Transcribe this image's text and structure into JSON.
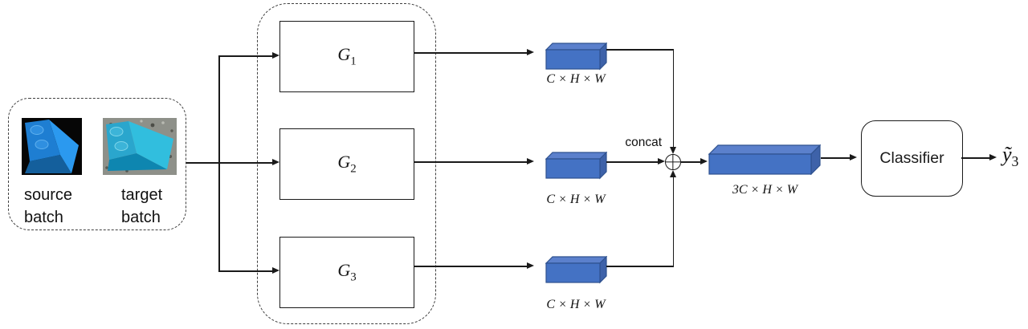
{
  "diagram": {
    "input_group": {
      "source_label_line1": "source",
      "source_label_line2": "batch",
      "target_label_line1": "target",
      "target_label_line2": "batch"
    },
    "generators": [
      {
        "base": "G",
        "sub": "1"
      },
      {
        "base": "G",
        "sub": "2"
      },
      {
        "base": "G",
        "sub": "3"
      }
    ],
    "tensors": {
      "small_label": "C × H × W",
      "big_label": "3C × H × W"
    },
    "concat_label": "concat",
    "classifier_label": "Classifier",
    "output": {
      "base": "ỹ",
      "sub": "3"
    },
    "colors": {
      "tensor_front": "#4472C4",
      "tensor_top": "#5B80CC",
      "tensor_side": "#3E62A9",
      "tensor_border": "#2F528F",
      "line": "#1a1a1a"
    }
  }
}
